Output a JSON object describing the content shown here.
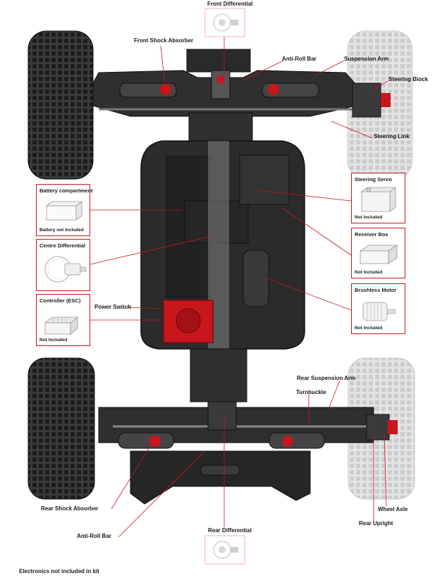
{
  "labels": {
    "front_differential": "Front Differential",
    "front_shock_absorber": "Front Shock Absorber",
    "anti_roll_bar_front": "Anti-Roll Bar",
    "suspension_arm": "Suspension Arm",
    "steering_block": "Steering Block",
    "steering_link": "Steering Link",
    "power_switch": "Power Switch",
    "rear_suspension_arm": "Rear Suspension Arm",
    "turnbuckle": "Turnbuckle",
    "rear_shock_absorber": "Rear Shock Absorber",
    "wheel_axle": "Wheel Axle",
    "rear_upright": "Rear Upright",
    "anti_roll_bar_rear": "Anti-Roll Bar",
    "rear_differential": "Rear Differential"
  },
  "boxes": {
    "battery": {
      "title": "Battery compartment",
      "note": "Battery not Included"
    },
    "centre_diff": {
      "title": "Centre Differential",
      "note": ""
    },
    "esc": {
      "title": "Controller (ESC)",
      "note": "Not Included"
    },
    "servo": {
      "title": "Steering Servo",
      "note": "Not Included"
    },
    "receiver": {
      "title": "Receiver Box",
      "note": "Not Included"
    },
    "motor": {
      "title": "Brushless Motor",
      "note": "Not Included"
    }
  },
  "footer": "Electronics not included in kit",
  "colors": {
    "accent": "#c8161d",
    "chassis": "#2b2b2b",
    "tyre": "#2e2e2e",
    "ghost_tyre": "#d9d9d9"
  }
}
